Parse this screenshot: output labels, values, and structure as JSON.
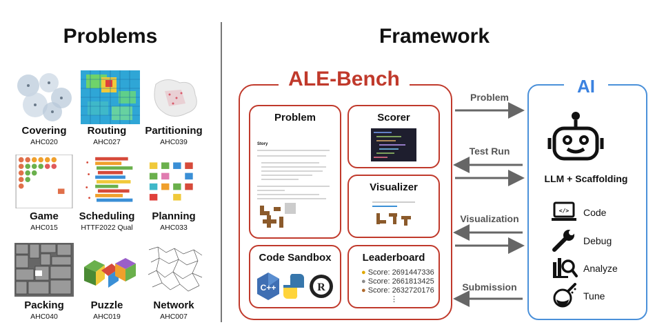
{
  "headers": {
    "problems": "Problems",
    "framework": "Framework"
  },
  "problems": [
    {
      "name": "Covering",
      "code": "AHC020"
    },
    {
      "name": "Routing",
      "code": "AHC027"
    },
    {
      "name": "Partitioning",
      "code": "AHC039"
    },
    {
      "name": "Game",
      "code": "AHC015"
    },
    {
      "name": "Scheduling",
      "code": "HTTF2022 Qual"
    },
    {
      "name": "Planning",
      "code": "AHC033"
    },
    {
      "name": "Packing",
      "code": "AHC040"
    },
    {
      "name": "Puzzle",
      "code": "AHC019"
    },
    {
      "name": "Network",
      "code": "AHC007"
    }
  ],
  "ale": {
    "title": "ALE-Bench",
    "problem": "Problem",
    "problem_story": "Story",
    "scorer": "Scorer",
    "visualizer": "Visualizer",
    "sandbox": "Code Sandbox",
    "leaderboard": "Leaderboard",
    "scores": [
      "Score: 2691447336",
      "Score: 2661813425",
      "Score: 2632720176"
    ],
    "more": "⋮"
  },
  "arrows": {
    "problem": "Problem",
    "test_run": "Test Run",
    "visualization": "Visualization",
    "submission": "Submission"
  },
  "ai": {
    "title": "AI",
    "subtitle": "LLM + Scaffolding",
    "tools": [
      "Code",
      "Debug",
      "Analyze",
      "Tune"
    ]
  },
  "colors": {
    "red": "#c0392b",
    "blue": "#3b82e0",
    "arrow": "#666666"
  }
}
